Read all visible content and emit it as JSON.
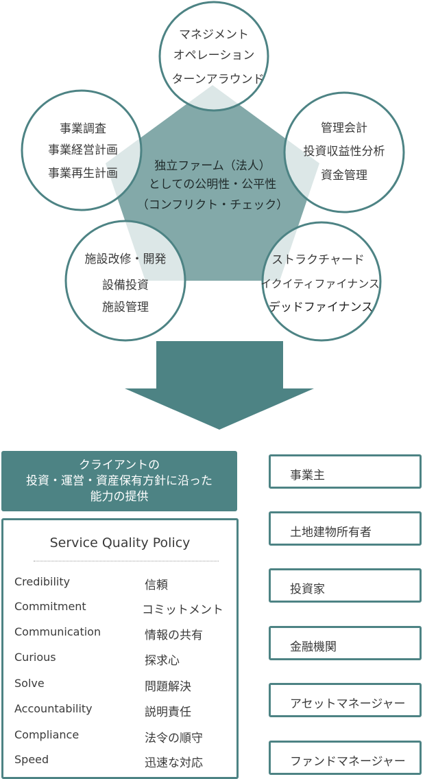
{
  "diagram": {
    "center_lines": [
      "独立ファーム（法人）",
      "としての公明性・公平性",
      "（コンフリクト・チェック）"
    ],
    "circles": [
      {
        "lines": [
          "マネジメント",
          "オペレーション",
          "ターンアラウンド"
        ]
      },
      {
        "lines": [
          "事業調査",
          "事業経営計画",
          "事業再生計画"
        ]
      },
      {
        "lines": [
          "管理会計",
          "投資収益性分析",
          "資金管理"
        ]
      },
      {
        "lines": [
          "施設改修・開発",
          "設備投資",
          "施設管理"
        ]
      },
      {
        "lines": [
          "ストラクチャード",
          "イクイティファイナンス",
          "デッドファイナンス"
        ]
      }
    ]
  },
  "client_box": {
    "lines": [
      "クライアントの",
      "投資・運営・資産保有方針に沿った",
      "能力の提供"
    ]
  },
  "policy": {
    "title": "Service Quality Policy",
    "rows": [
      {
        "en": "Credibility",
        "jp": "信頼"
      },
      {
        "en": "Commitment",
        "jp": "コミットメント"
      },
      {
        "en": "Communication",
        "jp": "情報の共有"
      },
      {
        "en": "Curious",
        "jp": "探求心"
      },
      {
        "en": "Solve",
        "jp": "問題解決"
      },
      {
        "en": "Accountability",
        "jp": "説明責任"
      },
      {
        "en": "Compliance",
        "jp": "法令の順守"
      },
      {
        "en": "Speed",
        "jp": "迅速な対応"
      }
    ]
  },
  "stakeholders": [
    "事業主",
    "土地建物所有者",
    "投資家",
    "金融機関",
    "アセットマネージャー",
    "ファンドマネージャー"
  ],
  "colors": {
    "teal": "#4d8384",
    "pentagon": "#83a9a9",
    "circle_border": "#4d8384"
  }
}
